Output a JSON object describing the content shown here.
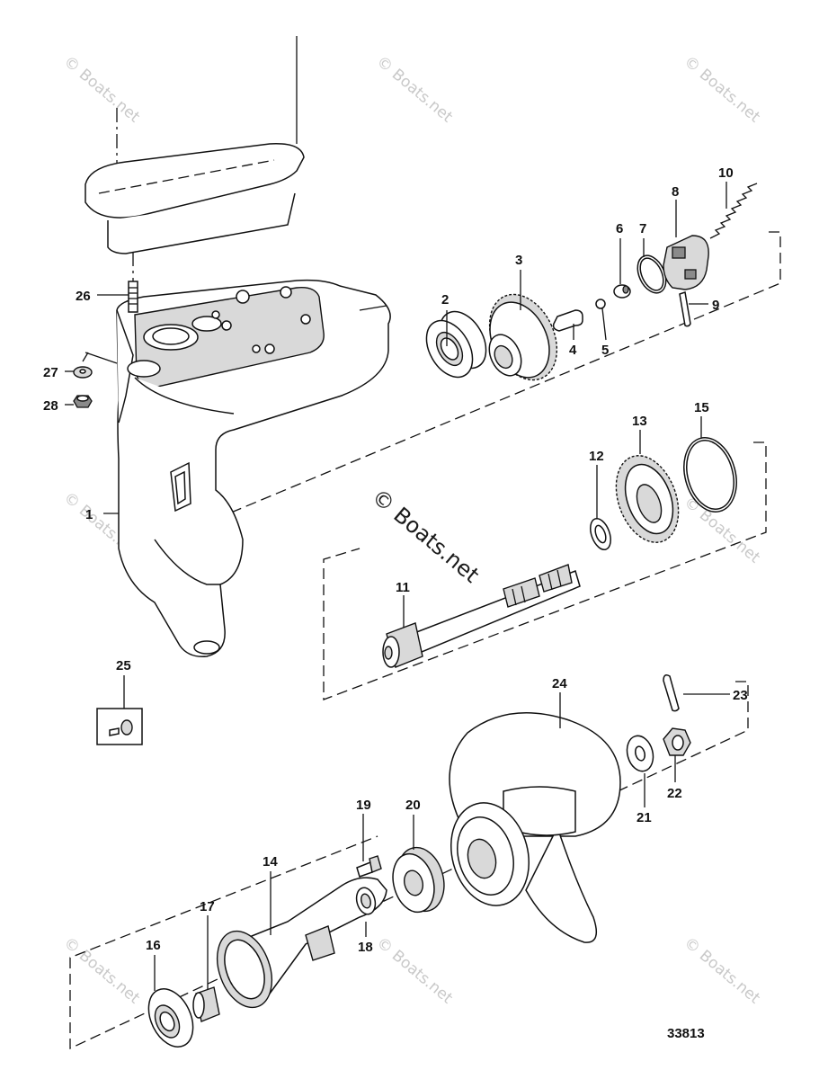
{
  "diagram": {
    "drawing_number": "33813",
    "watermark_text": "© Boats.net",
    "center_watermark_text": "© Boats.net",
    "callouts": [
      "1",
      "2",
      "3",
      "4",
      "5",
      "6",
      "7",
      "8",
      "9",
      "10",
      "11",
      "12",
      "13",
      "14",
      "15",
      "16",
      "17",
      "18",
      "19",
      "20",
      "21",
      "22",
      "23",
      "24",
      "25",
      "26",
      "27",
      "28"
    ]
  }
}
